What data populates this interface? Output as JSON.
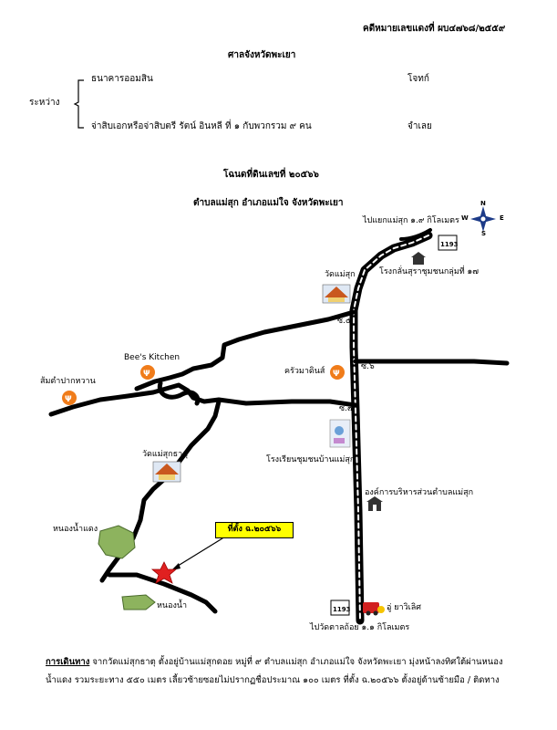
{
  "header": {
    "case_number": "คดีหมายเลขแดงที่ ผบ๔๗๖๘/๒๕๕๙",
    "court": "ศาลจังหวัดพะเยา"
  },
  "parties": {
    "between_label": "ระหว่าง",
    "plaintiff_name": "ธนาคารออมสิน",
    "plaintiff_role": "โจทก์",
    "defendant_name": "จ่าสิบเอกหรือจ่าสิบตรี รัตน์ อินหลี ที่ ๑ กับพวกรวม ๙ คน",
    "defendant_role": "จำเลย"
  },
  "title": {
    "deed": "โฉนดที่ดินเลขที่ ๒๐๕๖๖",
    "location": "ตำบลแม่สุก อำเภอแม่ใจ จังหวัดพะเยา"
  },
  "map": {
    "compass": {
      "n": "N",
      "s": "S",
      "e": "E",
      "w": "W"
    },
    "labels": {
      "to_maeyen": "ไปแยกแม่สุก ๑.๙ กิโลเมตร",
      "highway_top": "1193",
      "slaughterhouse": "โรงกลั่นสุราชุมชนกลุ่มที่ ๑๗",
      "wat_maesuk": "วัดแม่สุก",
      "soi5": "ซ.๕",
      "soi6": "ซ.๖",
      "soi7": "ซ.๗",
      "bees_kitchen": "Bee's Kitchen",
      "somtam": "ส้มตำปากหวาน",
      "khrua_mathin": "ครัวมาดินส์",
      "school": "โรงเรียนชุมชนบ้านแม่สุก",
      "wat_maesuk_that": "วัดแม่สุกธาตุ",
      "sao": "องค์การบริหารส่วนตำบลแม่สุก",
      "nong_nam_daeng": "หนองน้ำแดง",
      "nong_nam": "หนองน้ำ",
      "site": "ที่ตั้ง ฉ.๒๐๕๖๖",
      "highway_bottom": "1193",
      "garage": "อู่ ยาวิเลิศ",
      "to_wat": "ไปวัดตาลถ้อย ๑.๑ กิโลเมตร"
    },
    "colors": {
      "road": "#000000",
      "restaurant": "#f07c1a",
      "site_marker": "#e02020",
      "pond": "#8db35e",
      "callout": "#ffff00"
    },
    "icons": [
      "compass-icon",
      "restaurant-icon",
      "temple-icon",
      "school-icon",
      "building-icon",
      "highway-sign-icon",
      "star-marker-icon",
      "garage-icon"
    ]
  },
  "directions": {
    "lead": "การเดินทาง",
    "text1": " จากวัดแม่สุกธาตุ ตั้งอยู่บ้านแม่สุกดอย หมู่ที่ ๙ ตำบลแม่สุก อำเภอแม่ใจ จังหวัดพะเยา มุ่งหน้าลงทิศใต้ผ่านหนอง",
    "text2": "น้ำแดง รวมระยะทาง ๕๕๐ เมตร เลี้ยวซ้ายซอยไม่ปรากฏชื่อประมาณ ๑๐๐ เมตร ที่ตั้ง ฉ.๒๐๕๖๖ ตั้งอยู่ด้านซ้ายมือ / ติดทาง"
  }
}
